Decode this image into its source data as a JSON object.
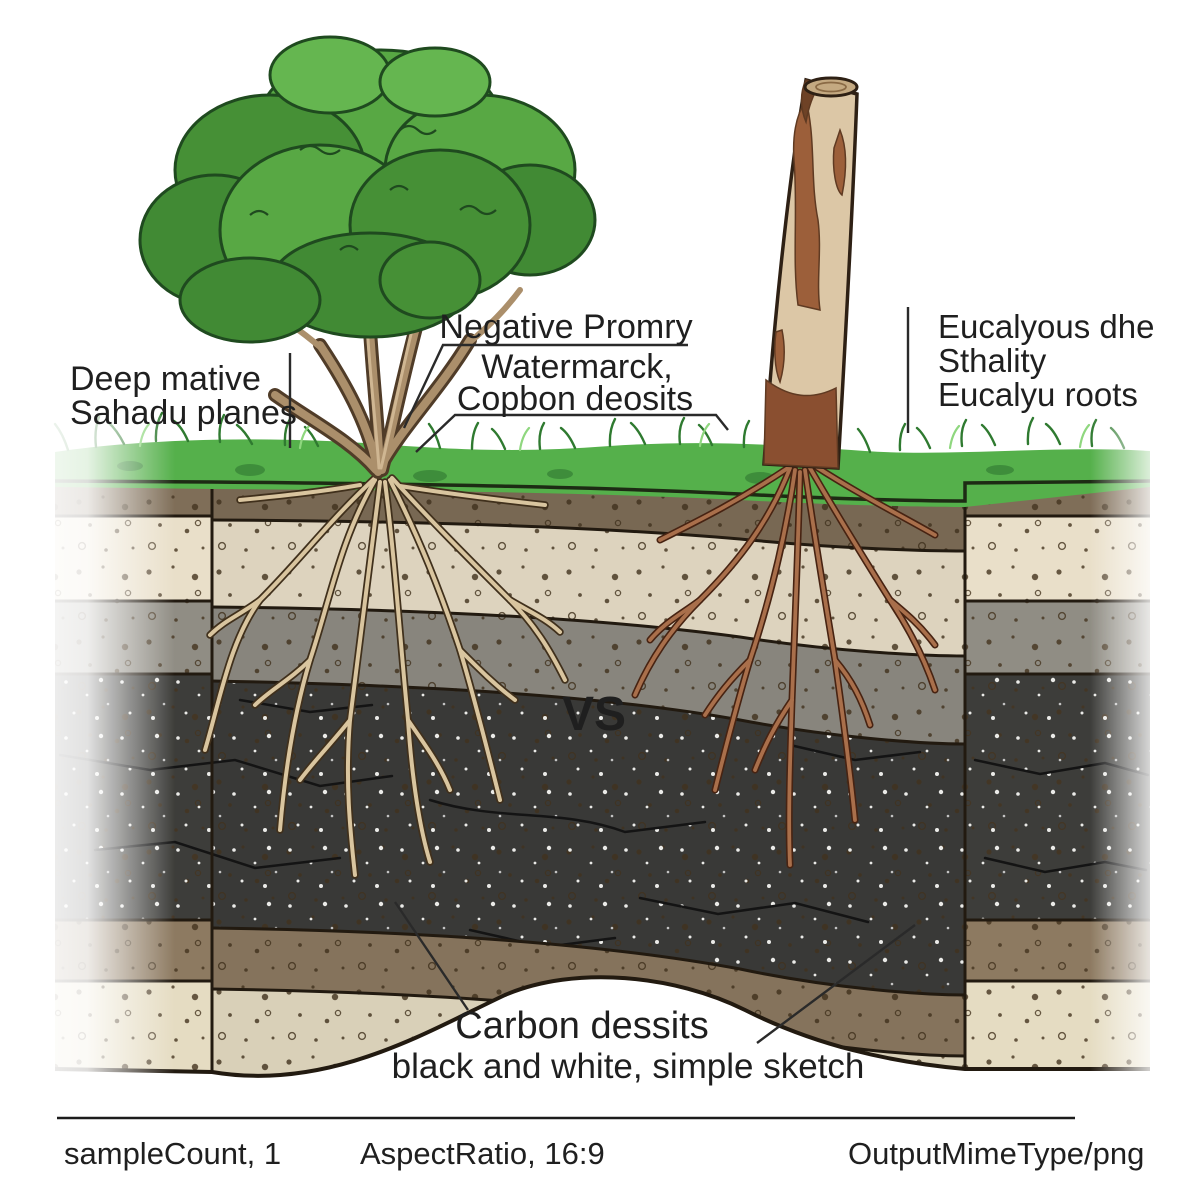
{
  "labels": {
    "left": {
      "line1": "Deep mative",
      "line2": "Sahadu planes"
    },
    "center": {
      "line1": "Negative Promry",
      "line2": "Watermarck,",
      "line3": "Copbon deosits"
    },
    "right": {
      "line1": "Eucalyous dhe",
      "line2": "Sthality",
      "line3": "Eucalyu roots"
    },
    "vs": "VS",
    "bottom": {
      "line1": "Carbon dessits",
      "line2": "black and white, simple sketch"
    }
  },
  "footer": {
    "sample_count": "sampleCount, 1",
    "aspect_ratio": "AspectRatio, 16:9",
    "output_mime": "OutputMimeType/png"
  },
  "colors": {
    "ink": "#1f1f1f",
    "leader": "#2a2a2a",
    "vs_text": "#f4f3ee",
    "grass_main": "#55b04b",
    "grass_dark": "#2f7a30",
    "grass_light": "#8fd77f",
    "grass_shadow": "#357f35",
    "canopy_mid": "#58a844",
    "canopy_dark": "#469036",
    "canopy_deep": "#418a34",
    "canopy_light": "#65b650",
    "canopy_outline": "#1f4a1f",
    "branch_dark": "#503c28",
    "branch_light": "#ab8f6b",
    "branch_highlight": "#cfb692",
    "root_tan_outline": "#40301c",
    "root_tan": "#d9c59f",
    "trunk_fill": "#dcc7a6",
    "trunk_outline": "#2e2014",
    "trunk_top": "#c4a981",
    "bark_patch": "#9c5f3a",
    "bark_patch_dark": "#8a4f30",
    "root_red_outline": "#472312",
    "root_red": "#a96f4b",
    "soil_outline": "#221a10",
    "layer_topsoil": "#7f6e58",
    "layer_sand_upper": "#e9dfc9",
    "layer_gray": "#908d84",
    "layer_dark": "#3d3d3a",
    "layer_brown_lower": "#8d7a61",
    "layer_sand_lower": "#e5dcc2",
    "speckle": "#44341f",
    "speckle_light": "#f5f5f2",
    "crack": "#141414"
  }
}
